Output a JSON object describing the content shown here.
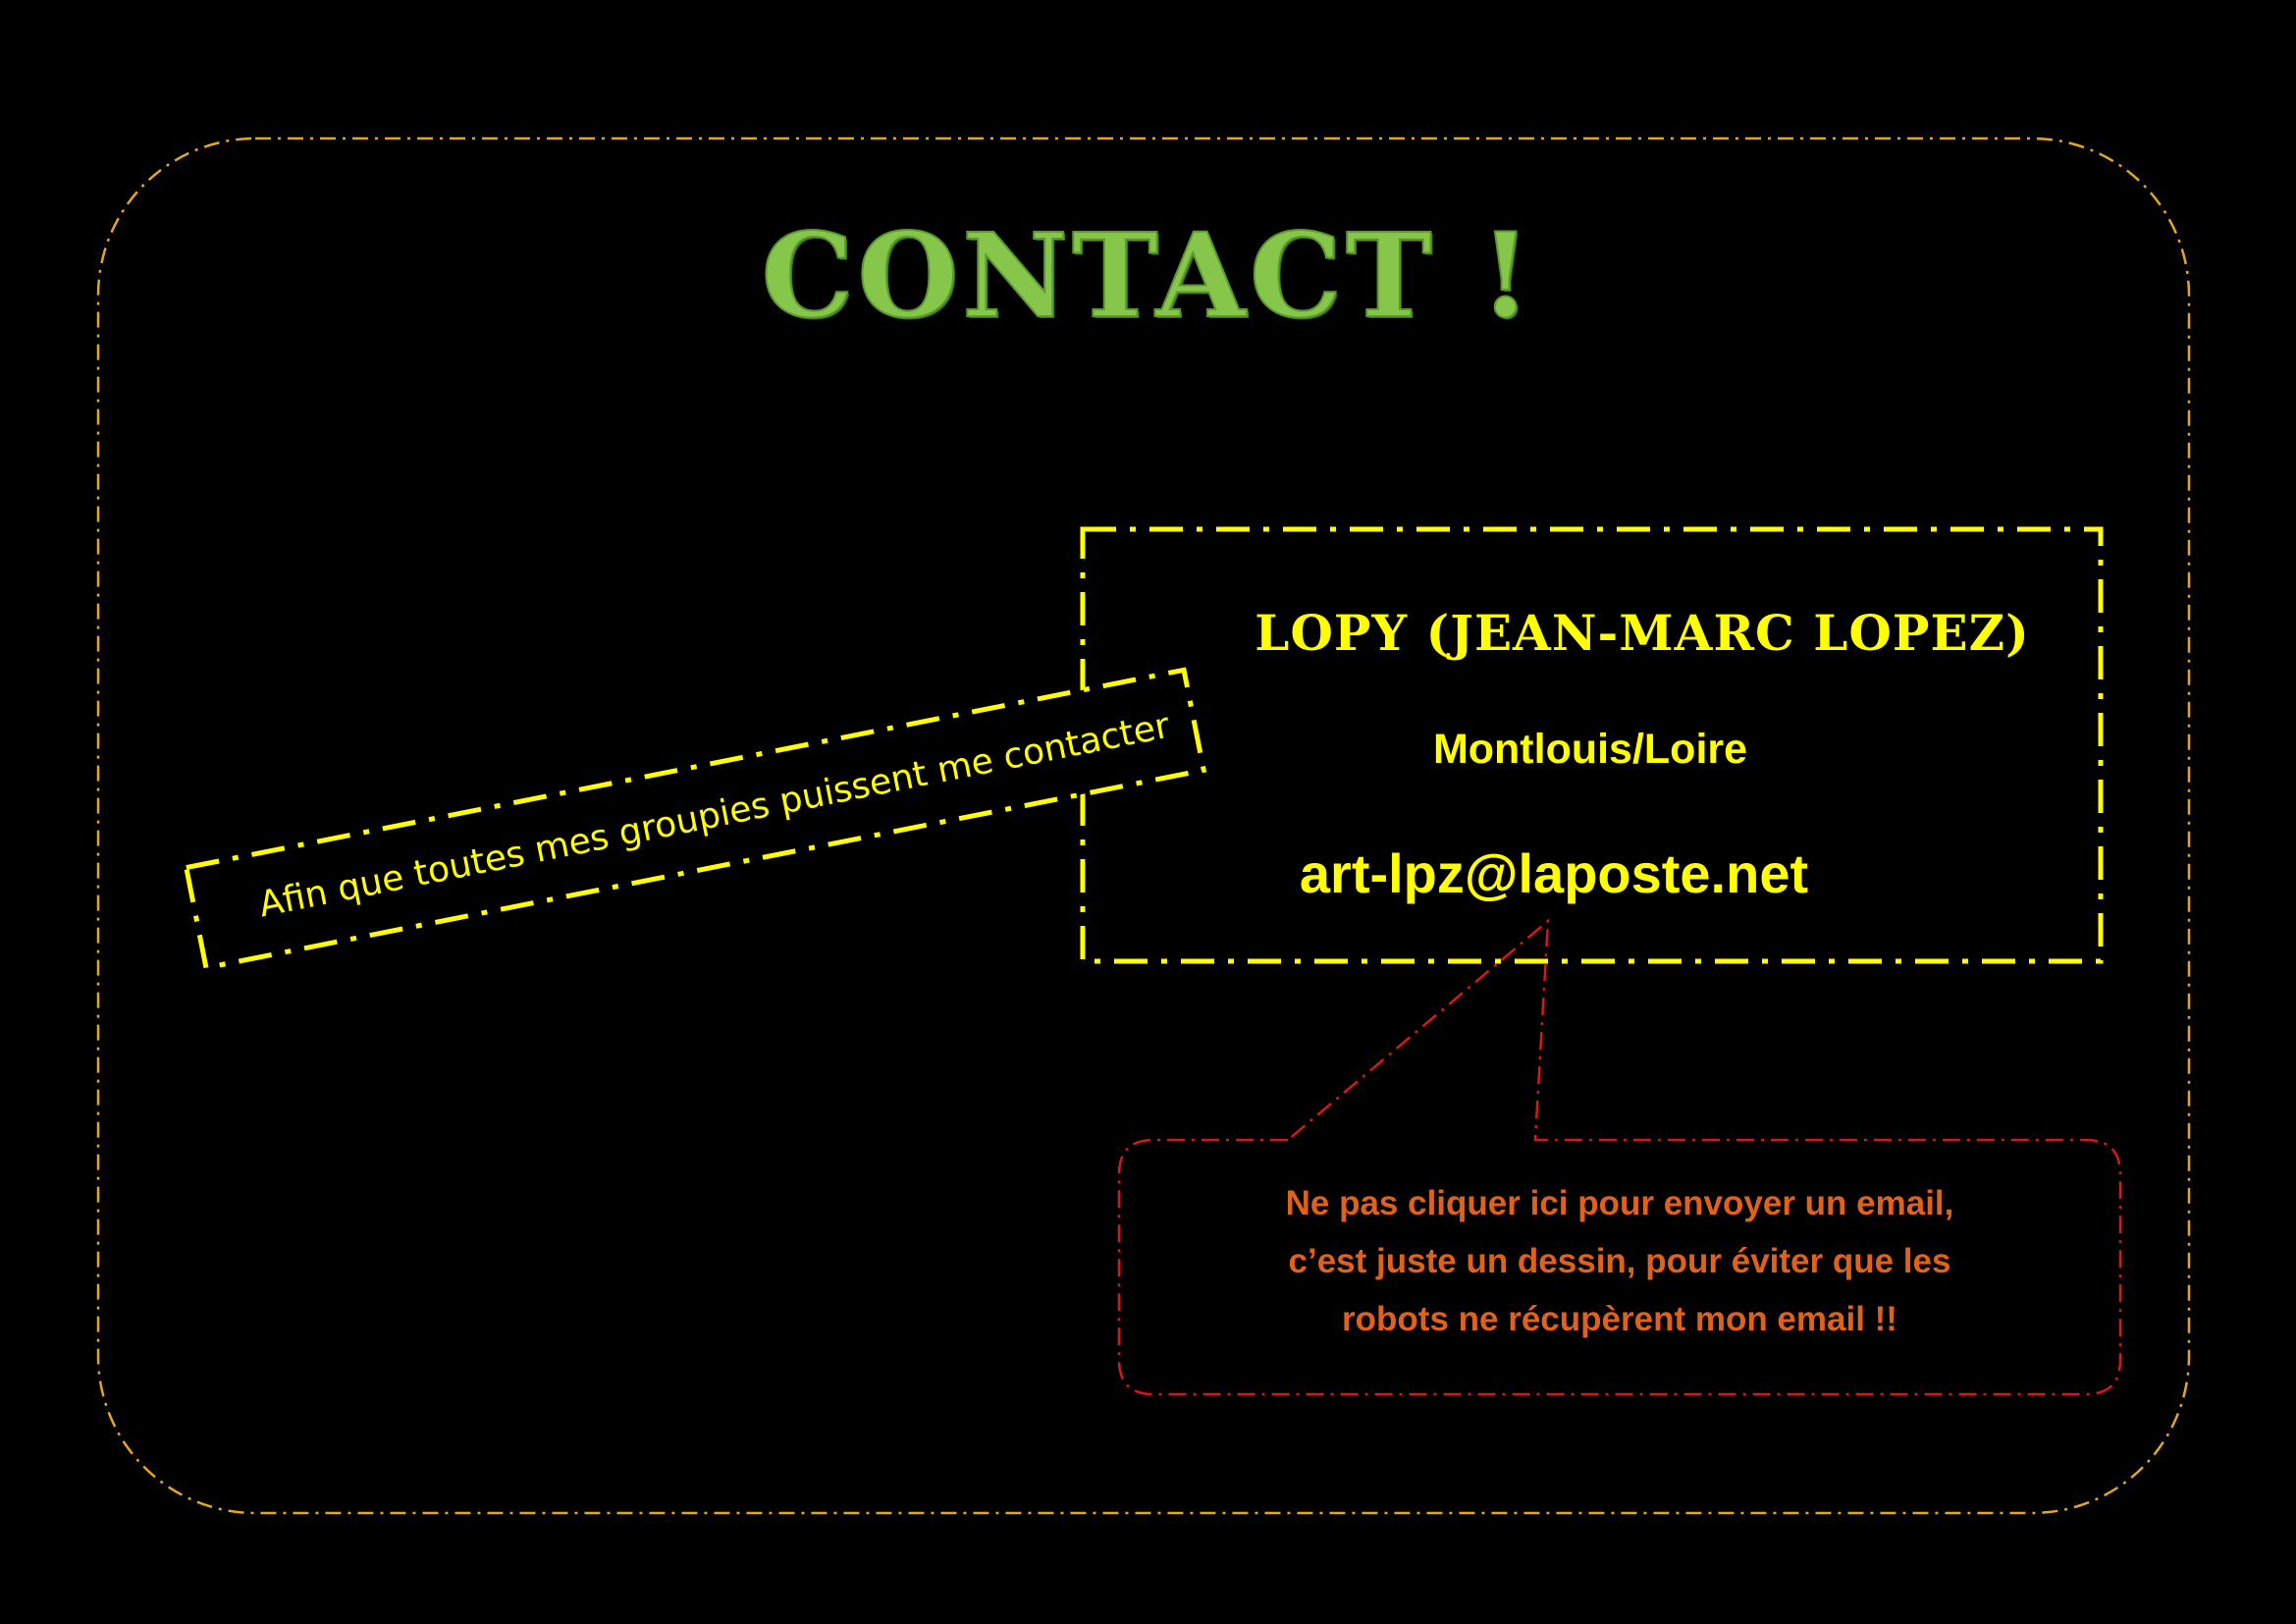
{
  "title": "CONTACT !",
  "tagline": "Afin que toutes mes groupies puissent me contacter",
  "card": {
    "name": "LOPY  (JEAN-MARC LOPEZ)",
    "city": "Montlouis/Loire",
    "email": "art-lpz@laposte.net"
  },
  "warning": {
    "lines": [
      "Ne pas cliquer ici pour envoyer un email,",
      "c’est juste un dessin, pour éviter que les",
      "robots ne récupèrent mon email !!"
    ]
  },
  "colors": {
    "background": "#000000",
    "title": "#86c64a",
    "card": "#ffff00",
    "frame": "#e3a81c",
    "warning_text": "#e0621a",
    "warning_border": "#d81818"
  }
}
